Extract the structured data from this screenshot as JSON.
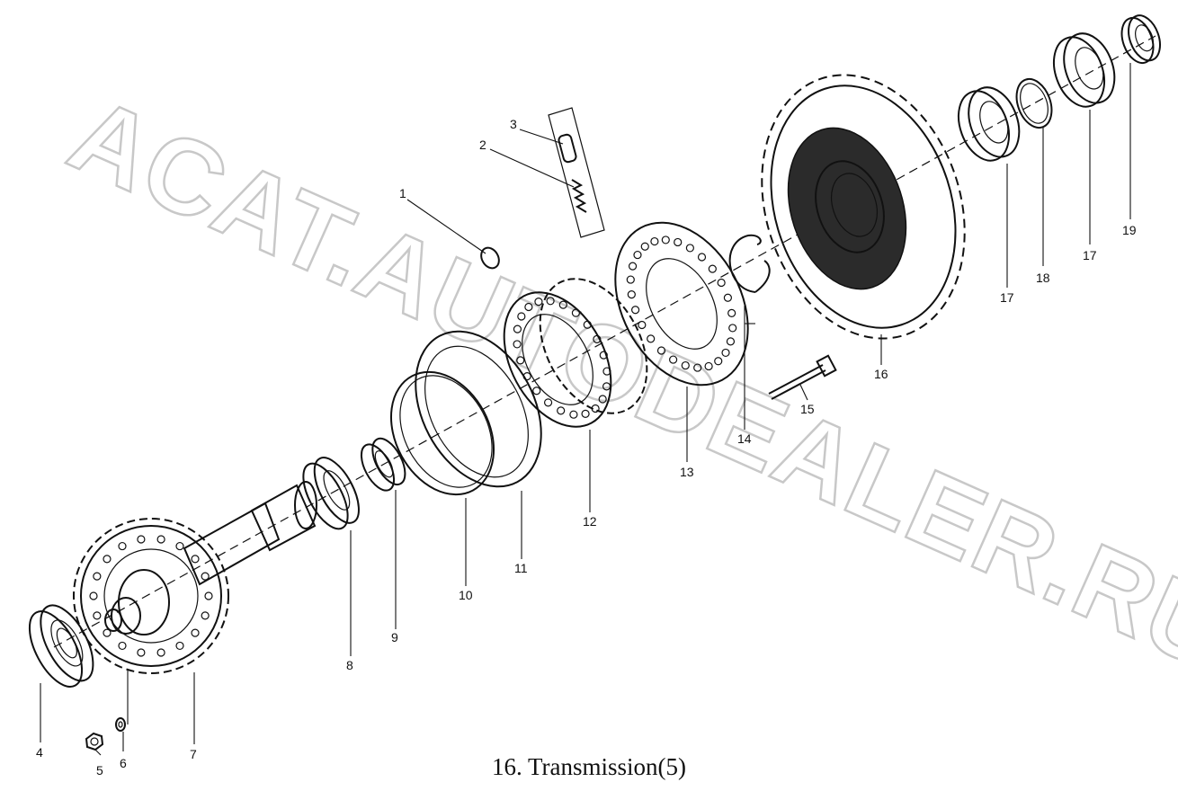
{
  "caption": "16. Transmission(5)",
  "watermark": "ACAT.AUTODEALER.RU",
  "parts": [
    {
      "id": "p1",
      "label": "1"
    },
    {
      "id": "p2",
      "label": "2"
    },
    {
      "id": "p3",
      "label": "3"
    },
    {
      "id": "p4",
      "label": "4"
    },
    {
      "id": "p5",
      "label": "5"
    },
    {
      "id": "p6",
      "label": "6"
    },
    {
      "id": "p7",
      "label": "7"
    },
    {
      "id": "p8",
      "label": "8"
    },
    {
      "id": "p9",
      "label": "9"
    },
    {
      "id": "p10",
      "label": "10"
    },
    {
      "id": "p11",
      "label": "11"
    },
    {
      "id": "p12",
      "label": "12"
    },
    {
      "id": "p13",
      "label": "13"
    },
    {
      "id": "p14",
      "label": "14"
    },
    {
      "id": "p15",
      "label": "15"
    },
    {
      "id": "p16",
      "label": "16"
    },
    {
      "id": "p17a",
      "label": "17"
    },
    {
      "id": "p17b",
      "label": "17"
    },
    {
      "id": "p18",
      "label": "18"
    },
    {
      "id": "p19",
      "label": "19"
    }
  ]
}
